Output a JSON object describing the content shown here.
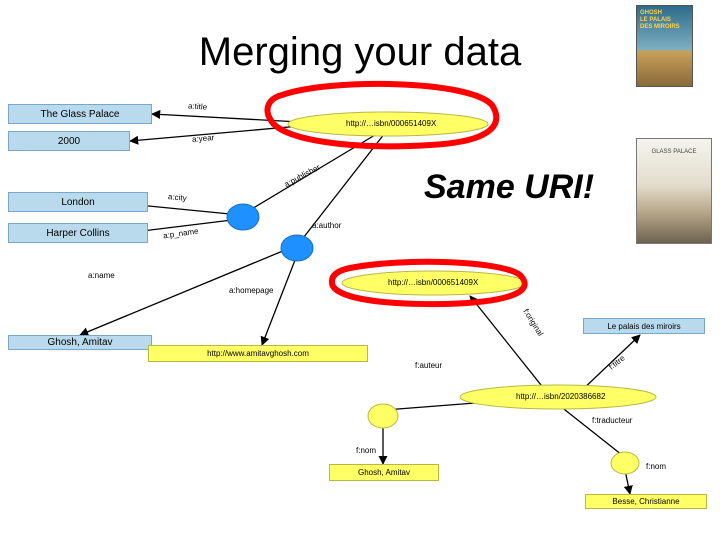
{
  "title": "Merging your data",
  "callout": "Same URI!",
  "literals": {
    "glass_palace": "The Glass Palace",
    "year": "2000",
    "london": "London",
    "harper": "Harper Collins",
    "ghosh_a": "Ghosh, Amitav",
    "homepage_url": "http://www.amitavghosh.com",
    "palais": "Le palais des miroirs",
    "ghosh_f": "Ghosh, Amitav",
    "besse": "Besse, Christianne"
  },
  "uris": {
    "isbn1": "http://…isbn/000651409X",
    "isbn2": "http://…isbn/000651409X",
    "isbn3": "http://…isbn/2020386682"
  },
  "edges": {
    "a_title": "a:title",
    "a_year": "a:year",
    "a_publisher": "a:publisher",
    "a_city": "a:city",
    "a_p_name": "a:p_name",
    "a_author": "a:author",
    "a_name": "a:name",
    "a_homepage": "a:homepage",
    "f_original": "f:original",
    "f_titre": "f:titre",
    "f_auteur": "f:auteur",
    "f_traducteur": "f:traducteur",
    "f_nom1": "f:nom",
    "f_nom2": "f:nom"
  },
  "colors": {
    "literal": "#b9d9ec",
    "resource": "#ffff66",
    "blank_node": "#1e90ff",
    "highlight": "#ff0000"
  },
  "icons": {
    "cover1": "book-cover-le-palais-des-miroirs",
    "cover2": "book-cover-the-glass-palace"
  }
}
